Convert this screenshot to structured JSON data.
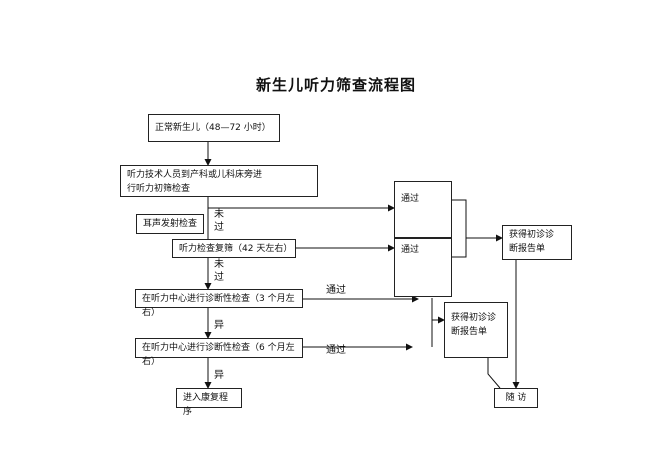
{
  "title": "新生儿听力筛查流程图",
  "boxes": {
    "newborn": "正常新生儿（48—72 小时）",
    "initial_line1": "听力技术人员到产科或儿科床旁进",
    "initial_line2": "行听力初筛检查",
    "oae": "耳声发射检查",
    "rescreen": "听力检查复筛（42 天左右）",
    "diag3": "在听力中心进行诊断性检查（3 个月左右）",
    "diag6": "在听力中心进行诊断性检查（6 个月左右）",
    "rehab": "进入康复程序",
    "pass1": "通过",
    "pass2": "通过",
    "report1_line1": "获得初诊诊",
    "report1_line2": "断报告单",
    "report2_line1": "获得初诊诊",
    "report2_line2": "断报告单",
    "followup": "随  访"
  },
  "labels": {
    "fail1_a": "未",
    "fail1_b": "过",
    "fail2_a": "未",
    "fail2_b": "过",
    "abnormal1": "异",
    "abnormal2": "异",
    "pass_diag3": "通过",
    "pass_diag6": "通过"
  }
}
